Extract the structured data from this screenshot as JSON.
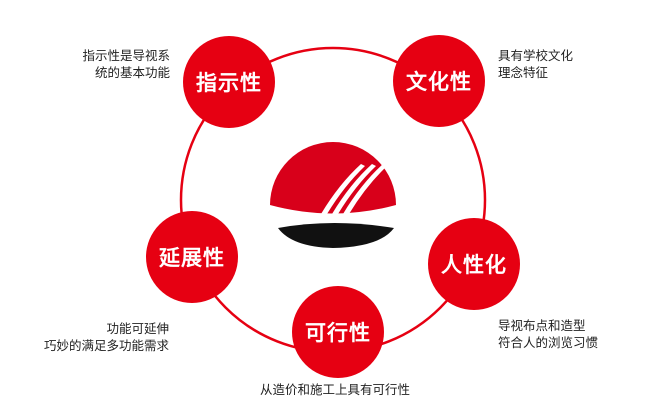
{
  "colors": {
    "accent": "#e60012",
    "ring": "#e60012",
    "text": "#222222",
    "logo_band": "#111111"
  },
  "center_logo": {
    "icon": "school-emblem-logo"
  },
  "nodes": [
    {
      "id": "guide",
      "label": "指示性",
      "desc": [
        "指示性是导视系",
        "统的基本功能"
      ]
    },
    {
      "id": "culture",
      "label": "文化性",
      "desc": [
        "具有学校文化",
        "理念特征"
      ]
    },
    {
      "id": "human",
      "label": "人性化",
      "desc": [
        "导视布点和造型",
        "符合人的浏览习惯"
      ]
    },
    {
      "id": "feasible",
      "label": "可行性",
      "desc": [
        "从造价和施工上具有可行性"
      ]
    },
    {
      "id": "extensible",
      "label": "延展性",
      "desc": [
        "功能可延伸",
        "巧妙的满足多功能需求"
      ]
    }
  ]
}
